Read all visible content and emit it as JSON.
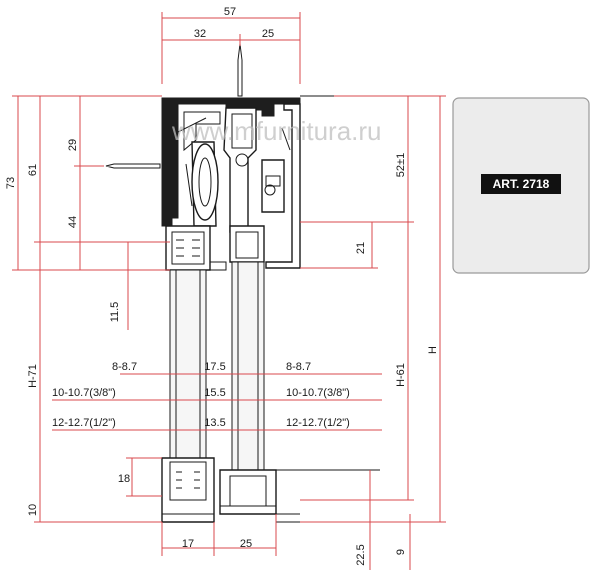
{
  "watermark": "www.mfurnitura.ru",
  "article": "ART. 2718",
  "dimensions": {
    "top_total": "57",
    "top_left": "32",
    "top_right": "25",
    "left_73": "73",
    "left_61": "61",
    "left_29": "29",
    "left_44": "44",
    "left_11_5": "11.5",
    "left_h71": "H-71",
    "left_18": "18",
    "left_10": "10",
    "right_52": "52±1",
    "right_21": "21",
    "right_h61": "H-61",
    "right_h": "H",
    "right_9": "9",
    "bottom_17": "17",
    "bottom_25": "25",
    "bottom_22_5": "22.5",
    "glass_a_left": "8-8.7",
    "glass_a_mid": "17.5",
    "glass_a_right": "8-8.7",
    "glass_b_left": "10-10.7(3/8\")",
    "glass_b_mid": "15.5",
    "glass_b_right": "10-10.7(3/8\")",
    "glass_c_left": "12-12.7(1/2\")",
    "glass_c_mid": "13.5",
    "glass_c_right": "12-12.7(1/2\")"
  }
}
